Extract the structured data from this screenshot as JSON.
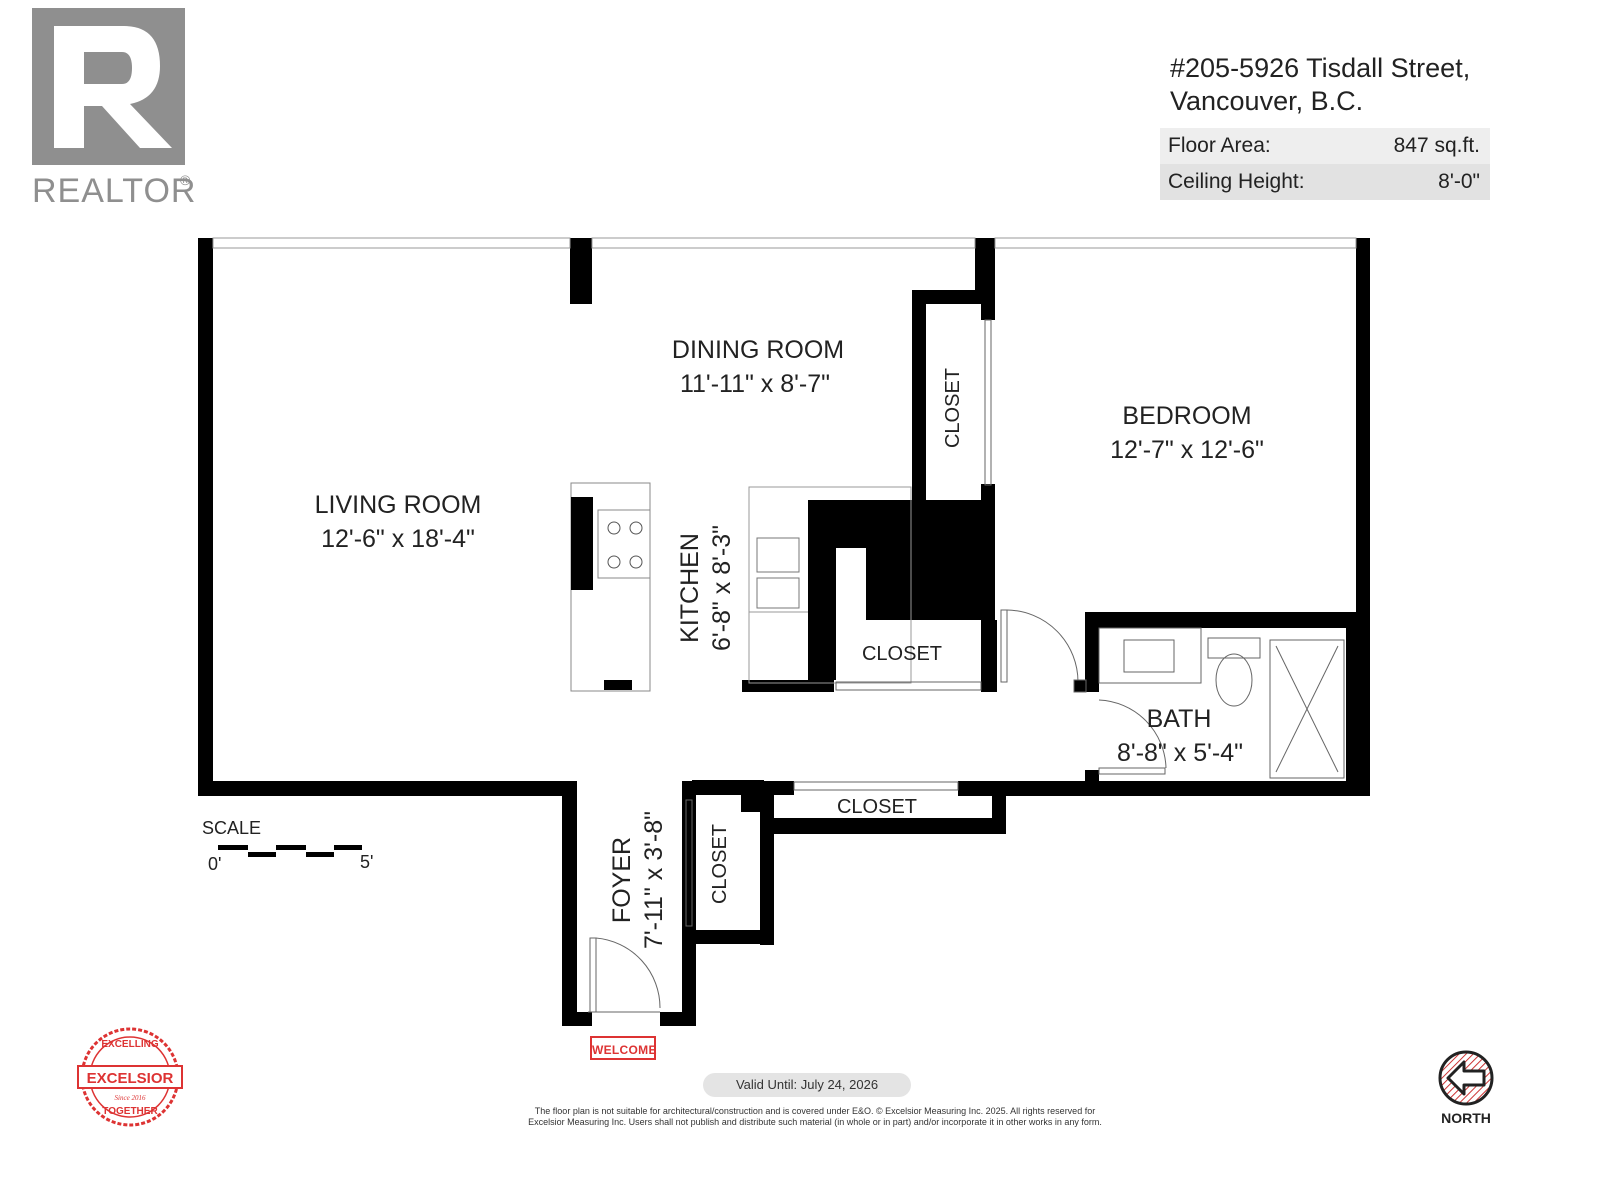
{
  "logo": {
    "wordmark": "REALTOR",
    "reg": "®"
  },
  "address": {
    "line1": "#205-5926 Tisdall Street,",
    "line2": "Vancouver, B.C."
  },
  "info": {
    "floor_area_label": "Floor Area:",
    "floor_area_value": "847 sq.ft.",
    "ceiling_label": "Ceiling Height:",
    "ceiling_value": "8'-0\""
  },
  "rooms": {
    "dining": {
      "name": "DINING ROOM",
      "dims": "11'-11\"  x  8'-7\""
    },
    "living": {
      "name": "LIVING ROOM",
      "dims": "12'-6\"  x  18'-4\""
    },
    "bedroom": {
      "name": "BEDROOM",
      "dims": "12'-7\"  x  12'-6\""
    },
    "kitchen": {
      "name": "KITCHEN",
      "dims": "6'-8\"  x  8'-3\""
    },
    "bath": {
      "name": "BATH",
      "dims": "8'-8\"  x  5'-4\""
    },
    "foyer": {
      "name": "FOYER",
      "dims": "7'-11\"  x  3'-8\""
    }
  },
  "closets": {
    "bedroom": "CLOSET",
    "hall": "CLOSET",
    "corridor": "CLOSET",
    "foyer": "CLOSET"
  },
  "scale": {
    "title": "SCALE",
    "min": "0'",
    "max": "5'"
  },
  "welcome": "WELCOME",
  "badge": {
    "top": "EXCELLING",
    "center": "EXCELSIOR",
    "bottom": "TOGETHER",
    "since": "Since 2016"
  },
  "valid_until": "Valid Until: July 24, 2026",
  "disclaimer": {
    "line1": "The floor plan is not suitable for architectural/construction and is covered under E&O. © Excelsior Measuring Inc. 2025. All rights reserved for",
    "line2": "Excelsior Measuring Inc. Users shall not publish and distribute such material (in whole or in part) and/or incorporate it in other works in any form."
  },
  "north": "NORTH",
  "colors": {
    "wall": "#000000",
    "logo_gray": "#8f8f8f",
    "accent_red": "#d33333"
  }
}
